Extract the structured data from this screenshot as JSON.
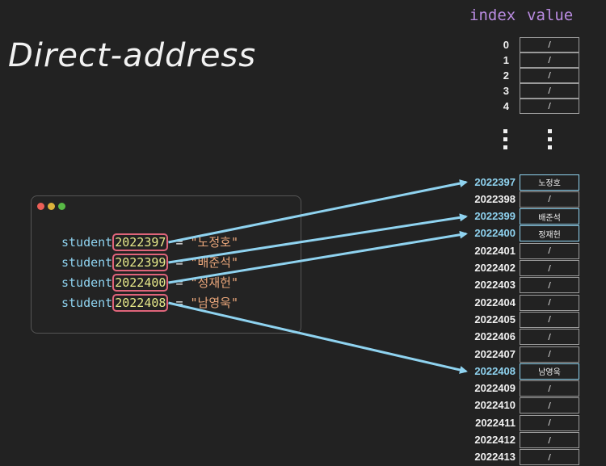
{
  "title": "Direct-address",
  "table": {
    "header_index": "index",
    "header_value": "value",
    "top_rows": [
      {
        "index": "0",
        "value": "/"
      },
      {
        "index": "1",
        "value": "/"
      },
      {
        "index": "2",
        "value": "/"
      },
      {
        "index": "3",
        "value": "/"
      },
      {
        "index": "4",
        "value": "/"
      }
    ],
    "rows": [
      {
        "index": "2022397",
        "value": "노정호",
        "highlight": true
      },
      {
        "index": "2022398",
        "value": "/",
        "highlight": false
      },
      {
        "index": "2022399",
        "value": "배준석",
        "highlight": true
      },
      {
        "index": "2022400",
        "value": "정재헌",
        "highlight": true
      },
      {
        "index": "2022401",
        "value": "/",
        "highlight": false
      },
      {
        "index": "2022402",
        "value": "/",
        "highlight": false
      },
      {
        "index": "2022403",
        "value": "/",
        "highlight": false
      },
      {
        "index": "2022404",
        "value": "/",
        "highlight": false
      },
      {
        "index": "2022405",
        "value": "/",
        "highlight": false
      },
      {
        "index": "2022406",
        "value": "/",
        "highlight": false
      },
      {
        "index": "2022407",
        "value": "/",
        "highlight": false
      },
      {
        "index": "2022408",
        "value": "남영욱",
        "highlight": true
      },
      {
        "index": "2022409",
        "value": "/",
        "highlight": false
      },
      {
        "index": "2022410",
        "value": "/",
        "highlight": false
      },
      {
        "index": "2022411",
        "value": "/",
        "highlight": false
      },
      {
        "index": "2022412",
        "value": "/",
        "highlight": false
      },
      {
        "index": "2022413",
        "value": "/",
        "highlight": false
      }
    ]
  },
  "code": {
    "lines": [
      {
        "name": "student",
        "key": "2022397",
        "value": "\"노정호\""
      },
      {
        "name": "student",
        "key": "2022399",
        "value": "\"배준석\""
      },
      {
        "name": "student",
        "key": "2022400",
        "value": "\"정재헌\""
      },
      {
        "name": "student",
        "key": "2022408",
        "value": "\"남영욱\""
      }
    ]
  },
  "colors": {
    "background": "#222222",
    "accent_blue": "#8fd3f0",
    "header_purple": "#b98be0",
    "key_outline": "#e0657a",
    "string": "#e9a67a"
  }
}
